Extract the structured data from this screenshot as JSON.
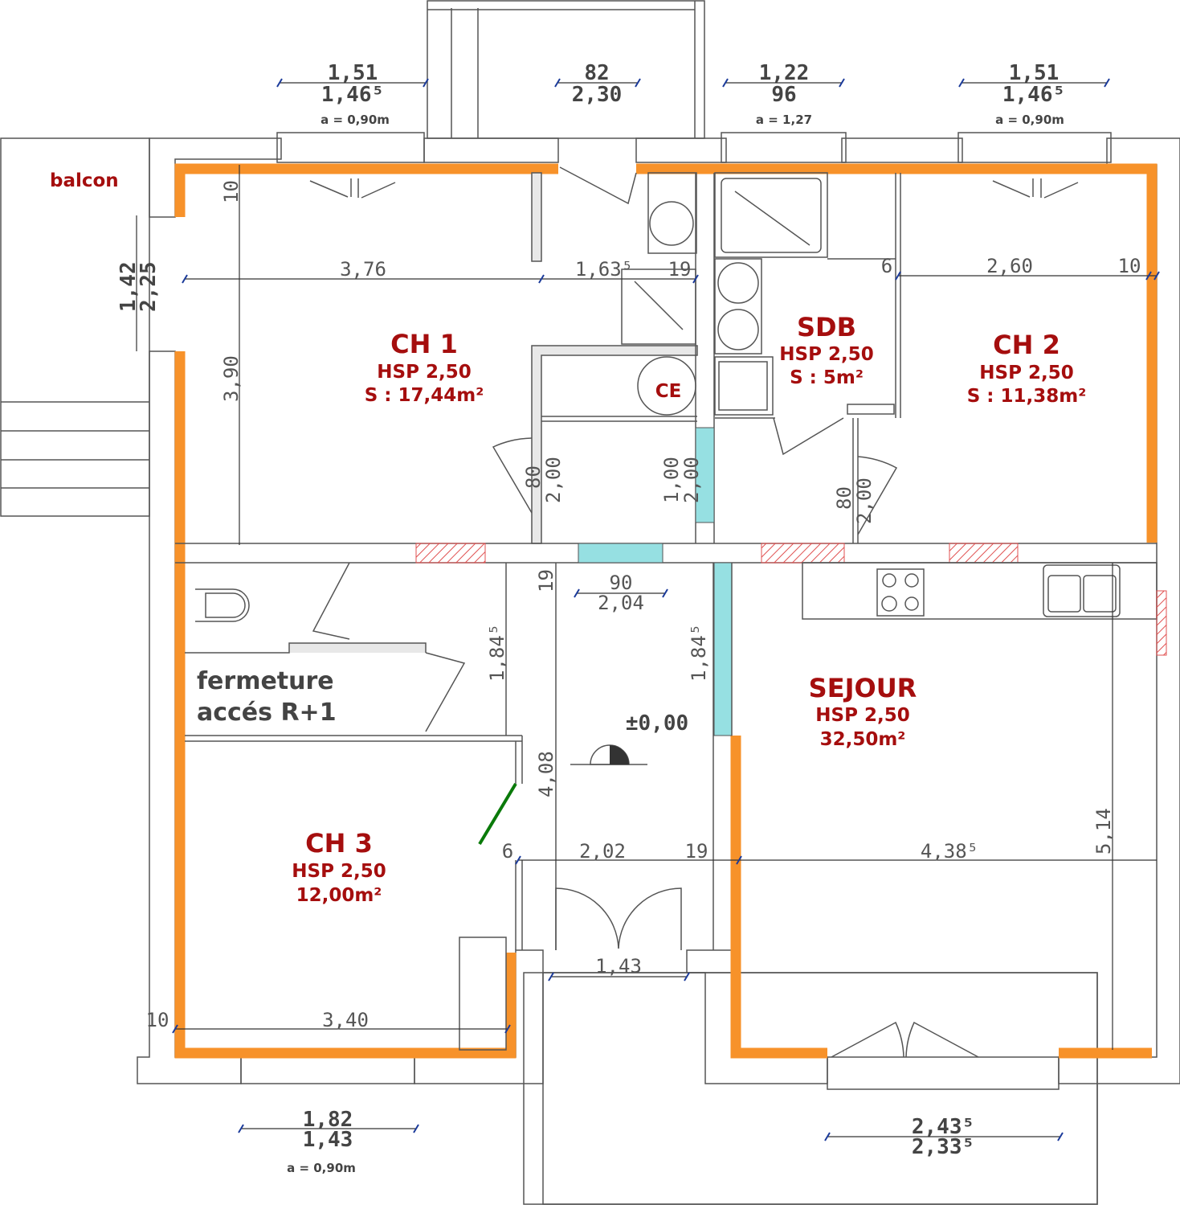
{
  "title": "Plan RDC",
  "colors": {
    "wall_accent": "#f7922a",
    "room_label": "#a50e0e",
    "dimension_tick": "#1a3a9a",
    "duct": "#96e0e2"
  },
  "windows_top": [
    {
      "top": "1,51",
      "bottom": "1,46⁵",
      "allege": "a = 0,90m"
    },
    {
      "top": "82",
      "bottom": "2,30"
    },
    {
      "top": "1,22",
      "bottom": "96",
      "allege": "a = 1,27"
    },
    {
      "top": "1,51",
      "bottom": "1,46⁵",
      "allege": "a = 0,90m"
    }
  ],
  "windows_bottom": [
    {
      "top": "1,82",
      "bottom": "1,43",
      "allege": "a = 0,90m"
    },
    {
      "top": "2,43⁵",
      "bottom": "2,33⁵"
    }
  ],
  "balcony": {
    "label": "balcon",
    "dim_a": "1,42",
    "dim_b": "2,25"
  },
  "rooms": {
    "ch1": {
      "name": "CH 1",
      "hsp": "HSP 2,50",
      "area": "S :  17,44m²"
    },
    "sdb": {
      "name": "SDB",
      "hsp": "HSP 2,50",
      "area": "S : 5m²"
    },
    "ch2": {
      "name": "CH 2",
      "hsp": "HSP 2,50",
      "area": "S : 11,38m²"
    },
    "ce": {
      "name": "CE"
    },
    "sejour": {
      "name": "SEJOUR",
      "hsp": "HSP 2,50",
      "area": "32,50m²"
    },
    "ch3": {
      "name": "CH 3",
      "hsp": "HSP 2,50",
      "area": "12,00m²"
    },
    "stairs": {
      "line1": "fermeture",
      "line2": "accés R+1"
    }
  },
  "dimensions": {
    "d10_top": "10",
    "d376": "3,76",
    "d1635": "1,63⁵",
    "d19a": "19",
    "d6a": "6",
    "d260": "2,60",
    "d10b": "10",
    "d390": "3,90",
    "door_ch1_w": "80",
    "door_ch1_h": "2,00",
    "door_dg_w": "1,00",
    "door_dg_h": "2,00",
    "door_ch2_w": "80",
    "door_ch2_h": "2,00",
    "d19v": "19",
    "d90": "90",
    "d204": "2,04",
    "d1845a": "1,84⁵",
    "d1845b": "1,84⁵",
    "level": "±0,00",
    "d408": "4,08",
    "d6b": "6",
    "d202": "2,02",
    "d19b": "19",
    "d4385": "4,38⁵",
    "d514": "5,14",
    "d143": "1,43",
    "d10c": "10",
    "d340": "3,40"
  }
}
